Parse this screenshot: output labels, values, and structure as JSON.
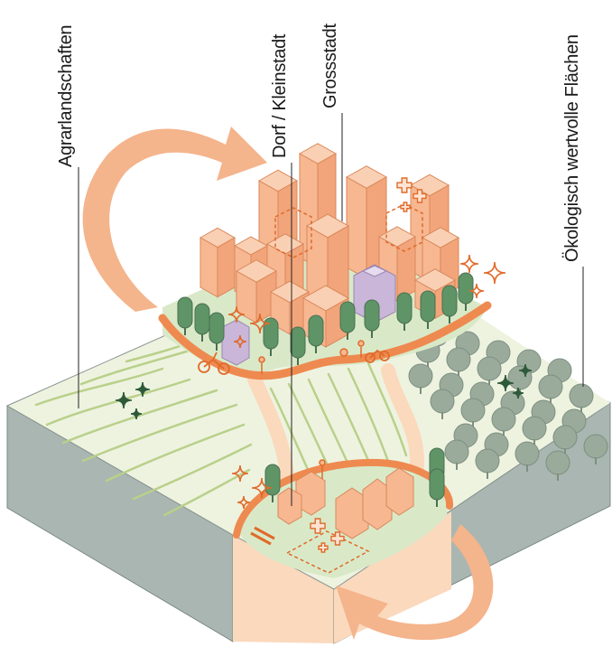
{
  "labels": {
    "agrar": "Agrarlandschaften",
    "dorf": "Dorf / Kleinstadt",
    "gross": "Grossstadt",
    "oeko": "Ökologisch wertvolle Flächen"
  },
  "colors": {
    "orange": "#f4b48c",
    "orange_line": "#ee8a50",
    "orange_dark": "#e06a2a",
    "building": "#f7b791",
    "building_stroke": "#d9885a",
    "purple": "#c9b6d9",
    "field": "#eef3e0",
    "field_line": "#b9d08a",
    "green_tree": "#5f9467",
    "grey_tree": "#9aab9c",
    "side": "#a9b6b1",
    "peach": "#fbd9bd",
    "sparkle_green": "#2e5a3a"
  },
  "icons": [
    "tree-icon",
    "sparkle-icon",
    "plus-icon",
    "bicycle-icon",
    "pedestrian-icon",
    "bench-icon",
    "curved-arrow-icon"
  ]
}
